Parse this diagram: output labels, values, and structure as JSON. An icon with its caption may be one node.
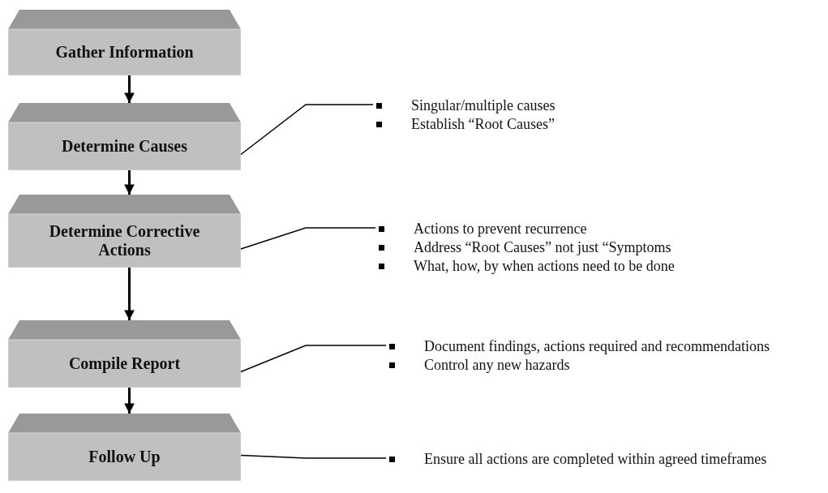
{
  "diagram": {
    "nodes": [
      {
        "text": [
          "Gather Information"
        ]
      },
      {
        "text": [
          "Determine Causes"
        ]
      },
      {
        "text": [
          "Determine Corrective Actions"
        ]
      },
      {
        "text": [
          "Compile Report"
        ]
      },
      {
        "text": [
          "Follow Up"
        ]
      },
      {
        "text": [
          "Singular/multiple causes",
          "Establish “Root Causes”"
        ]
      },
      {
        "text": [
          "Actions to prevent recurrence",
          "Address “Root Causes” not just “Symptoms",
          "What, how, by when actions need to be done"
        ]
      },
      {
        "text": [
          "Document findings, actions required and recommendations",
          "Control any new hazards"
        ]
      },
      {
        "text": [
          "Ensure all actions are completed within agreed timeframes"
        ]
      }
    ],
    "edges": [
      {
        "from": 0,
        "to": 1,
        "arrow": "to"
      },
      {
        "from": 1,
        "to": 2,
        "arrow": "to"
      },
      {
        "from": 2,
        "to": 3,
        "arrow": "to"
      },
      {
        "from": 3,
        "to": 4,
        "arrow": "to"
      },
      {
        "from": 1,
        "to": 5,
        "arrow": "none"
      },
      {
        "from": 2,
        "to": 6,
        "arrow": "none"
      },
      {
        "from": 3,
        "to": 7,
        "arrow": "none"
      },
      {
        "from": 4,
        "to": 8,
        "arrow": "none"
      }
    ]
  }
}
